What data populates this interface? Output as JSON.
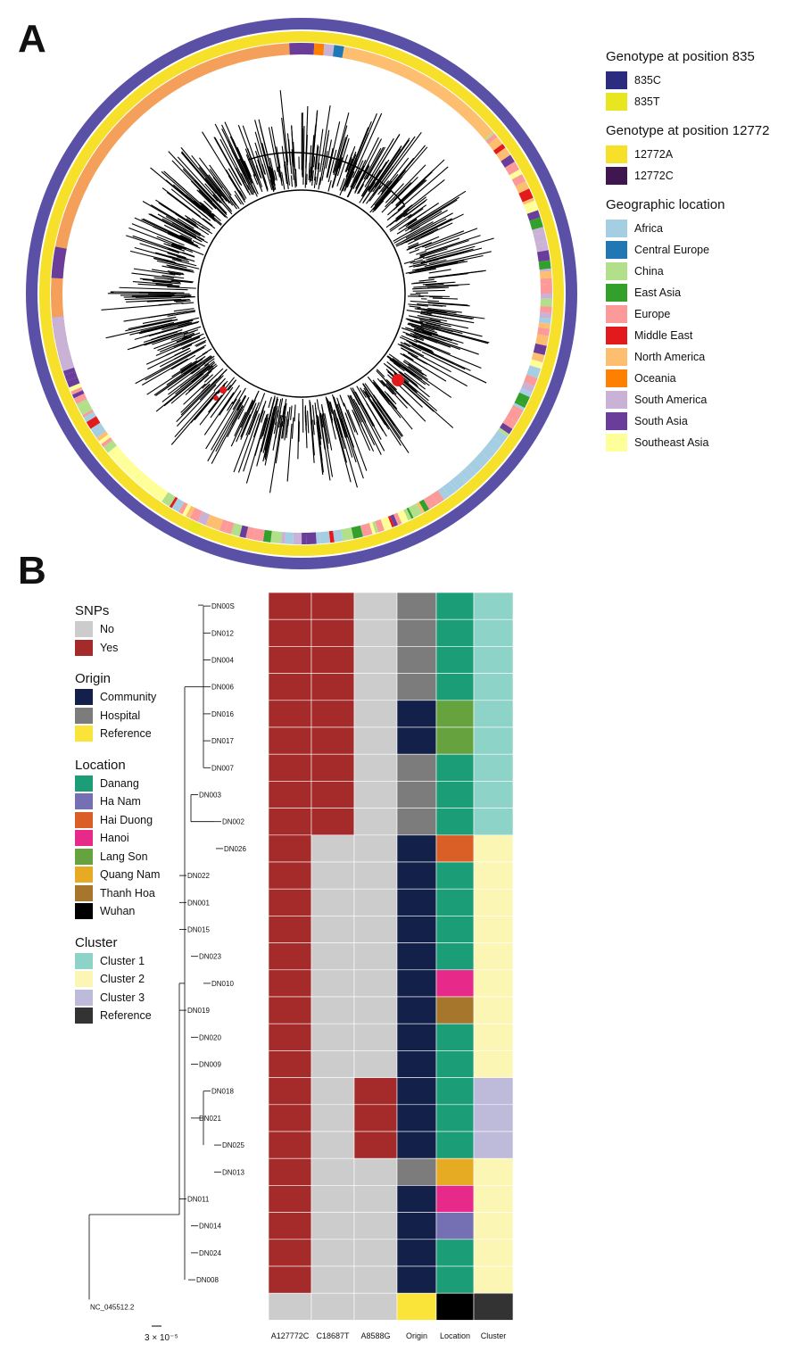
{
  "panel_a": {
    "letter": "A",
    "legend": [
      {
        "title": "Genotype at position 835",
        "items": [
          {
            "label": "835C",
            "color": "#2b2b7f"
          },
          {
            "label": "835T",
            "color": "#e7e61f"
          }
        ]
      },
      {
        "title": "Genotype at position 12772",
        "items": [
          {
            "label": "12772A",
            "color": "#f6e02a"
          },
          {
            "label": "12772C",
            "color": "#3f1650"
          }
        ]
      },
      {
        "title": "Geographic location",
        "items": [
          {
            "label": "Africa",
            "color": "#a6cee3"
          },
          {
            "label": "Central Europe",
            "color": "#1f78b4"
          },
          {
            "label": "China",
            "color": "#b2df8a"
          },
          {
            "label": "East Asia",
            "color": "#33a02c"
          },
          {
            "label": "Europe",
            "color": "#fb9a99"
          },
          {
            "label": "Middle East",
            "color": "#e31a1c"
          },
          {
            "label": "North America",
            "color": "#fdbf6f"
          },
          {
            "label": "Oceania",
            "color": "#ff7f00"
          },
          {
            "label": "South America",
            "color": "#cab2d6"
          },
          {
            "label": "South Asia",
            "color": "#6a3d9a"
          },
          {
            "label": "Southeast Asia",
            "color": "#ffff99"
          }
        ]
      }
    ]
  },
  "panel_b": {
    "letter": "B",
    "legend": [
      {
        "title": "SNPs",
        "items": [
          {
            "label": "No",
            "color": "#cccccc"
          },
          {
            "label": "Yes",
            "color": "#a52a2a"
          }
        ]
      },
      {
        "title": "Origin",
        "items": [
          {
            "label": "Community",
            "color": "#13214a"
          },
          {
            "label": "Hospital",
            "color": "#7c7c7c"
          },
          {
            "label": "Reference",
            "color": "#fbe43a"
          }
        ]
      },
      {
        "title": "Location",
        "items": [
          {
            "label": "Danang",
            "color": "#1b9e77"
          },
          {
            "label": "Ha Nam",
            "color": "#7570b3"
          },
          {
            "label": "Hai Duong",
            "color": "#d95f27"
          },
          {
            "label": "Hanoi",
            "color": "#e7298a"
          },
          {
            "label": "Lang Son",
            "color": "#66a33f"
          },
          {
            "label": "Quang Nam",
            "color": "#e6ab22"
          },
          {
            "label": "Thanh Hoa",
            "color": "#a6762c"
          },
          {
            "label": "Wuhan",
            "color": "#000000"
          }
        ]
      },
      {
        "title": "Cluster",
        "items": [
          {
            "label": "Cluster 1",
            "color": "#8dd3c7"
          },
          {
            "label": "Cluster 2",
            "color": "#fcf6b4"
          },
          {
            "label": "Cluster 3",
            "color": "#bebada"
          },
          {
            "label": "Reference",
            "color": "#333333"
          }
        ]
      }
    ],
    "columns": [
      "A127772C",
      "C18687T",
      "A8588G",
      "Origin",
      "Location",
      "Cluster"
    ],
    "rows": [
      {
        "label": "DN00S",
        "snp": [
          1,
          1,
          0
        ],
        "origin": "Hospital",
        "location": "Danang",
        "cluster": "Cluster 1"
      },
      {
        "label": "DN012",
        "snp": [
          1,
          1,
          0
        ],
        "origin": "Hospital",
        "location": "Danang",
        "cluster": "Cluster 1"
      },
      {
        "label": "DN004",
        "snp": [
          1,
          1,
          0
        ],
        "origin": "Hospital",
        "location": "Danang",
        "cluster": "Cluster 1"
      },
      {
        "label": "DN006",
        "snp": [
          1,
          1,
          0
        ],
        "origin": "Hospital",
        "location": "Danang",
        "cluster": "Cluster 1"
      },
      {
        "label": "DN016",
        "snp": [
          1,
          1,
          0
        ],
        "origin": "Community",
        "location": "Lang Son",
        "cluster": "Cluster 1"
      },
      {
        "label": "DN017",
        "snp": [
          1,
          1,
          0
        ],
        "origin": "Community",
        "location": "Lang Son",
        "cluster": "Cluster 1"
      },
      {
        "label": "DN007",
        "snp": [
          1,
          1,
          0
        ],
        "origin": "Hospital",
        "location": "Danang",
        "cluster": "Cluster 1"
      },
      {
        "label": "DN003",
        "snp": [
          1,
          1,
          0
        ],
        "origin": "Hospital",
        "location": "Danang",
        "cluster": "Cluster 1"
      },
      {
        "label": "DN002",
        "snp": [
          1,
          1,
          0
        ],
        "origin": "Hospital",
        "location": "Danang",
        "cluster": "Cluster 1"
      },
      {
        "label": "DN026",
        "snp": [
          1,
          0,
          0
        ],
        "origin": "Community",
        "location": "Hai Duong",
        "cluster": "Cluster 2"
      },
      {
        "label": "DN022",
        "snp": [
          1,
          0,
          0
        ],
        "origin": "Community",
        "location": "Danang",
        "cluster": "Cluster 2"
      },
      {
        "label": "DN001",
        "snp": [
          1,
          0,
          0
        ],
        "origin": "Community",
        "location": "Danang",
        "cluster": "Cluster 2"
      },
      {
        "label": "DN015",
        "snp": [
          1,
          0,
          0
        ],
        "origin": "Community",
        "location": "Danang",
        "cluster": "Cluster 2"
      },
      {
        "label": "DN023",
        "snp": [
          1,
          0,
          0
        ],
        "origin": "Community",
        "location": "Danang",
        "cluster": "Cluster 2"
      },
      {
        "label": "DN010",
        "snp": [
          1,
          0,
          0
        ],
        "origin": "Community",
        "location": "Hanoi",
        "cluster": "Cluster 2"
      },
      {
        "label": "DN019",
        "snp": [
          1,
          0,
          0
        ],
        "origin": "Community",
        "location": "Thanh Hoa",
        "cluster": "Cluster 2"
      },
      {
        "label": "DN020",
        "snp": [
          1,
          0,
          0
        ],
        "origin": "Community",
        "location": "Danang",
        "cluster": "Cluster 2"
      },
      {
        "label": "DN009",
        "snp": [
          1,
          0,
          0
        ],
        "origin": "Community",
        "location": "Danang",
        "cluster": "Cluster 2"
      },
      {
        "label": "DN018",
        "snp": [
          1,
          0,
          1
        ],
        "origin": "Community",
        "location": "Danang",
        "cluster": "Cluster 3"
      },
      {
        "label": "DN021",
        "snp": [
          1,
          0,
          1
        ],
        "origin": "Community",
        "location": "Danang",
        "cluster": "Cluster 3"
      },
      {
        "label": "DN025",
        "snp": [
          1,
          0,
          1
        ],
        "origin": "Community",
        "location": "Danang",
        "cluster": "Cluster 3"
      },
      {
        "label": "DN013",
        "snp": [
          1,
          0,
          0
        ],
        "origin": "Hospital",
        "location": "Quang Nam",
        "cluster": "Cluster 2"
      },
      {
        "label": "DN011",
        "snp": [
          1,
          0,
          0
        ],
        "origin": "Community",
        "location": "Hanoi",
        "cluster": "Cluster 2"
      },
      {
        "label": "DN014",
        "snp": [
          1,
          0,
          0
        ],
        "origin": "Community",
        "location": "Ha Nam",
        "cluster": "Cluster 2"
      },
      {
        "label": "DN024",
        "snp": [
          1,
          0,
          0
        ],
        "origin": "Community",
        "location": "Danang",
        "cluster": "Cluster 2"
      },
      {
        "label": "DN008",
        "snp": [
          1,
          0,
          0
        ],
        "origin": "Community",
        "location": "Danang",
        "cluster": "Cluster 2"
      },
      {
        "label": "NC_045512.2",
        "snp": [
          0,
          0,
          0
        ],
        "origin": "Reference",
        "location": "Wuhan",
        "cluster": "Reference"
      }
    ],
    "scale_bar_label": "3 × 10⁻⁵"
  }
}
